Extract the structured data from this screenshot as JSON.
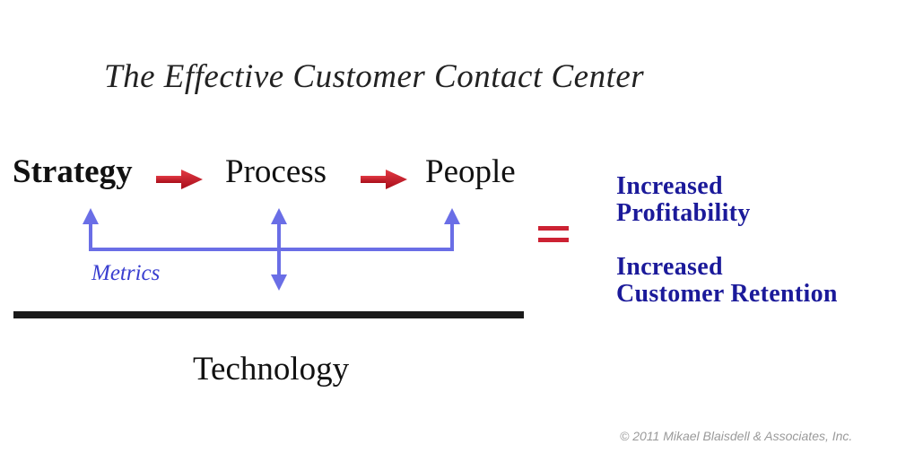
{
  "title": "The Effective Customer Contact Center",
  "nodes": {
    "strategy": "Strategy",
    "process": "Process",
    "people": "People"
  },
  "metrics_label": "Metrics",
  "foundation_label": "Technology",
  "results": [
    {
      "line1": "Increased",
      "line2": "Profitability"
    },
    {
      "line1": "Increased",
      "line2": "Customer Retention"
    }
  ],
  "copyright": "© 2011 Mikael Blaisdell & Associates, Inc.",
  "colors": {
    "flow_arrow": "#cc1122",
    "metrics_connector": "#6a6ee6",
    "equals_sign": "#cc2233",
    "result_text": "#1b1a9a",
    "foundation_bar": "#1a1a1a"
  }
}
